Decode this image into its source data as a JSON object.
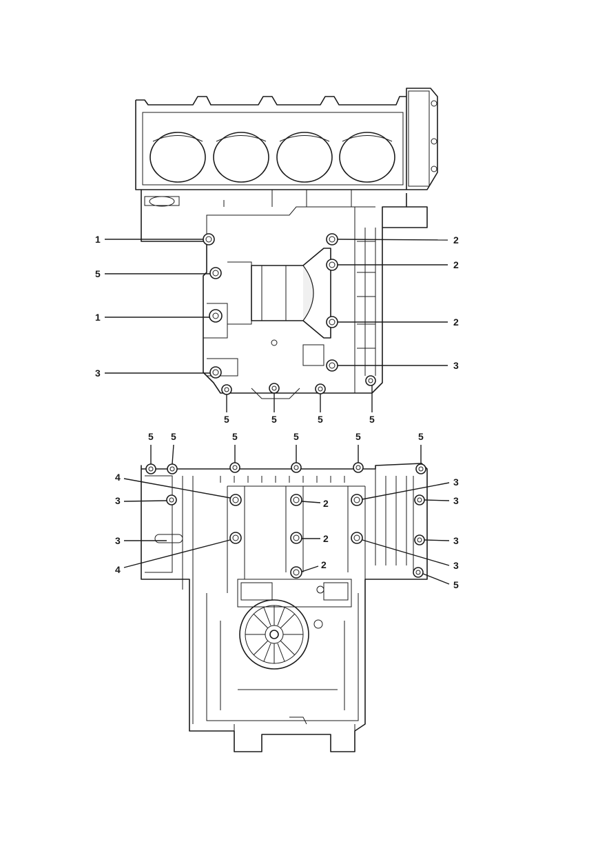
{
  "diagram": {
    "upper_view": {
      "name": "upper-crankcase",
      "callouts": [
        {
          "label": "1",
          "side": "left"
        },
        {
          "label": "5",
          "side": "left"
        },
        {
          "label": "1",
          "side": "left"
        },
        {
          "label": "3",
          "side": "left"
        },
        {
          "label": "2",
          "side": "right"
        },
        {
          "label": "2",
          "side": "right"
        },
        {
          "label": "2",
          "side": "right"
        },
        {
          "label": "3",
          "side": "right"
        },
        {
          "label": "5",
          "side": "bottom"
        },
        {
          "label": "5",
          "side": "bottom"
        },
        {
          "label": "5",
          "side": "bottom"
        },
        {
          "label": "5",
          "side": "bottom"
        }
      ]
    },
    "lower_view": {
      "name": "lower-crankcase",
      "callouts": [
        {
          "label": "5",
          "side": "top"
        },
        {
          "label": "5",
          "side": "top"
        },
        {
          "label": "5",
          "side": "top"
        },
        {
          "label": "5",
          "side": "top"
        },
        {
          "label": "5",
          "side": "top"
        },
        {
          "label": "5",
          "side": "top"
        },
        {
          "label": "4",
          "side": "left"
        },
        {
          "label": "3",
          "side": "left"
        },
        {
          "label": "3",
          "side": "left"
        },
        {
          "label": "4",
          "side": "left"
        },
        {
          "label": "2",
          "side": "inside"
        },
        {
          "label": "2",
          "side": "inside"
        },
        {
          "label": "2",
          "side": "inside"
        },
        {
          "label": "3",
          "side": "right"
        },
        {
          "label": "3",
          "side": "right"
        },
        {
          "label": "3",
          "side": "right"
        },
        {
          "label": "3",
          "side": "right"
        },
        {
          "label": "5",
          "side": "right"
        }
      ]
    }
  }
}
